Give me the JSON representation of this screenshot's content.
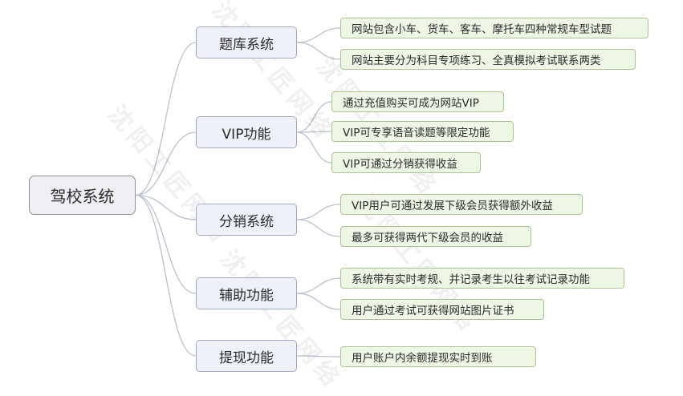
{
  "root": {
    "label": "驾校系统"
  },
  "branches": [
    {
      "label": "题库系统",
      "leaves": [
        "网站包含小车、货车、客车、摩托车四种常规车型试题",
        "网站主要分为科目专项练习、全真模拟考试联系两类"
      ]
    },
    {
      "label": "VIP功能",
      "leaves": [
        "通过充值购买可成为网站VIP",
        "VIP可专享语音读题等限定功能",
        "VIP可通过分销获得收益"
      ]
    },
    {
      "label": "分销系统",
      "leaves": [
        "VIP用户可通过发展下级会员获得额外收益",
        "最多可获得两代下级会员的收益"
      ]
    },
    {
      "label": "辅助功能",
      "leaves": [
        "系统带有实时考规、并记录考生以往考试记录功能",
        "用户通过考试可获得网站图片证书"
      ]
    },
    {
      "label": "提现功能",
      "leaves": [
        "用户账户内余额提现实时到账"
      ]
    }
  ],
  "watermark": "沈阳工匠网络",
  "colors": {
    "connector": "#b9c1cf",
    "root_fill": "#f1eff3",
    "branch_fill": "#eef1f8",
    "leaf_fill": "#eef6e6"
  }
}
